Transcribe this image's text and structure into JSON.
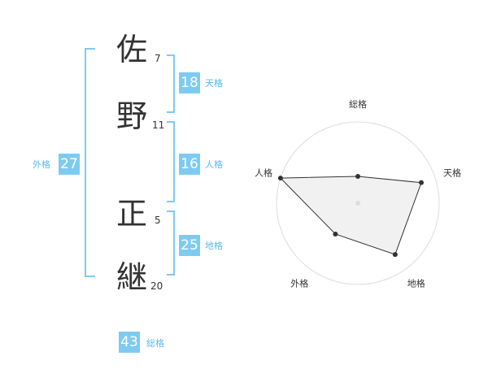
{
  "name_chars": [
    {
      "char": "佐",
      "strokes": "7"
    },
    {
      "char": "野",
      "strokes": "11"
    },
    {
      "char": "正",
      "strokes": "5"
    },
    {
      "char": "継",
      "strokes": "20"
    }
  ],
  "kaku": {
    "tenkaku": {
      "value": "18",
      "label": "天格"
    },
    "jinkaku": {
      "value": "16",
      "label": "人格"
    },
    "chikaku": {
      "value": "25",
      "label": "地格"
    },
    "gaikaku": {
      "value": "27",
      "label": "外格"
    },
    "soukaku": {
      "value": "43",
      "label": "総格"
    }
  },
  "colors": {
    "accent": "#7ecbf2",
    "label": "#5bb8ea",
    "text": "#333333"
  },
  "chart_data": {
    "type": "radar",
    "axes": [
      "総格",
      "天格",
      "地格",
      "外格",
      "人格"
    ],
    "values": [
      0.33,
      0.82,
      0.78,
      0.47,
      1.0
    ],
    "range": [
      0,
      1
    ],
    "rings": 4
  }
}
